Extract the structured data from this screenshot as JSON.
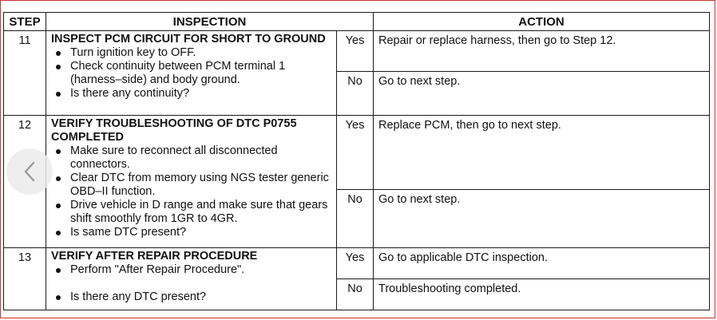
{
  "table": {
    "headers": {
      "step": "STEP",
      "inspection": "INSPECTION",
      "action": "ACTION"
    },
    "rows": [
      {
        "step": "11",
        "title": "INSPECT PCM CIRCUIT FOR SHORT TO GROUND",
        "bullets": [
          "Turn ignition key to OFF.",
          "Check continuity between PCM terminal 1 (harness–side) and body ground.",
          "Is there any continuity?"
        ],
        "yes_label": "Yes",
        "yes_action": "Repair or replace harness, then go to Step 12.",
        "no_label": "No",
        "no_action": "Go to next step."
      },
      {
        "step": "12",
        "title": "VERIFY TROUBLESHOOTING OF DTC P0755 COMPLETED",
        "bullets": [
          "Make sure to reconnect all disconnected connectors.",
          "Clear DTC from memory using NGS tester generic OBD–II function.",
          "Drive vehicle in D range and make sure that gears shift smoothly from 1GR to 4GR.",
          "Is same DTC present?"
        ],
        "yes_label": "Yes",
        "yes_action": "Replace PCM, then go to next step.",
        "no_label": "No",
        "no_action": "Go to next step."
      },
      {
        "step": "13",
        "title": "VERIFY AFTER REPAIR PROCEDURE",
        "bullets": [
          "Perform \"After Repair Procedure\".",
          "Is there any DTC present?"
        ],
        "yes_label": "Yes",
        "yes_action": "Go to applicable DTC inspection.",
        "no_label": "No",
        "no_action": "Troubleshooting completed."
      }
    ]
  },
  "navigation": {
    "prev_icon": "chevron-left-icon"
  },
  "colors": {
    "frame": "#c8322d",
    "ink": "#111111",
    "nav_bg": "#ebebeb"
  }
}
